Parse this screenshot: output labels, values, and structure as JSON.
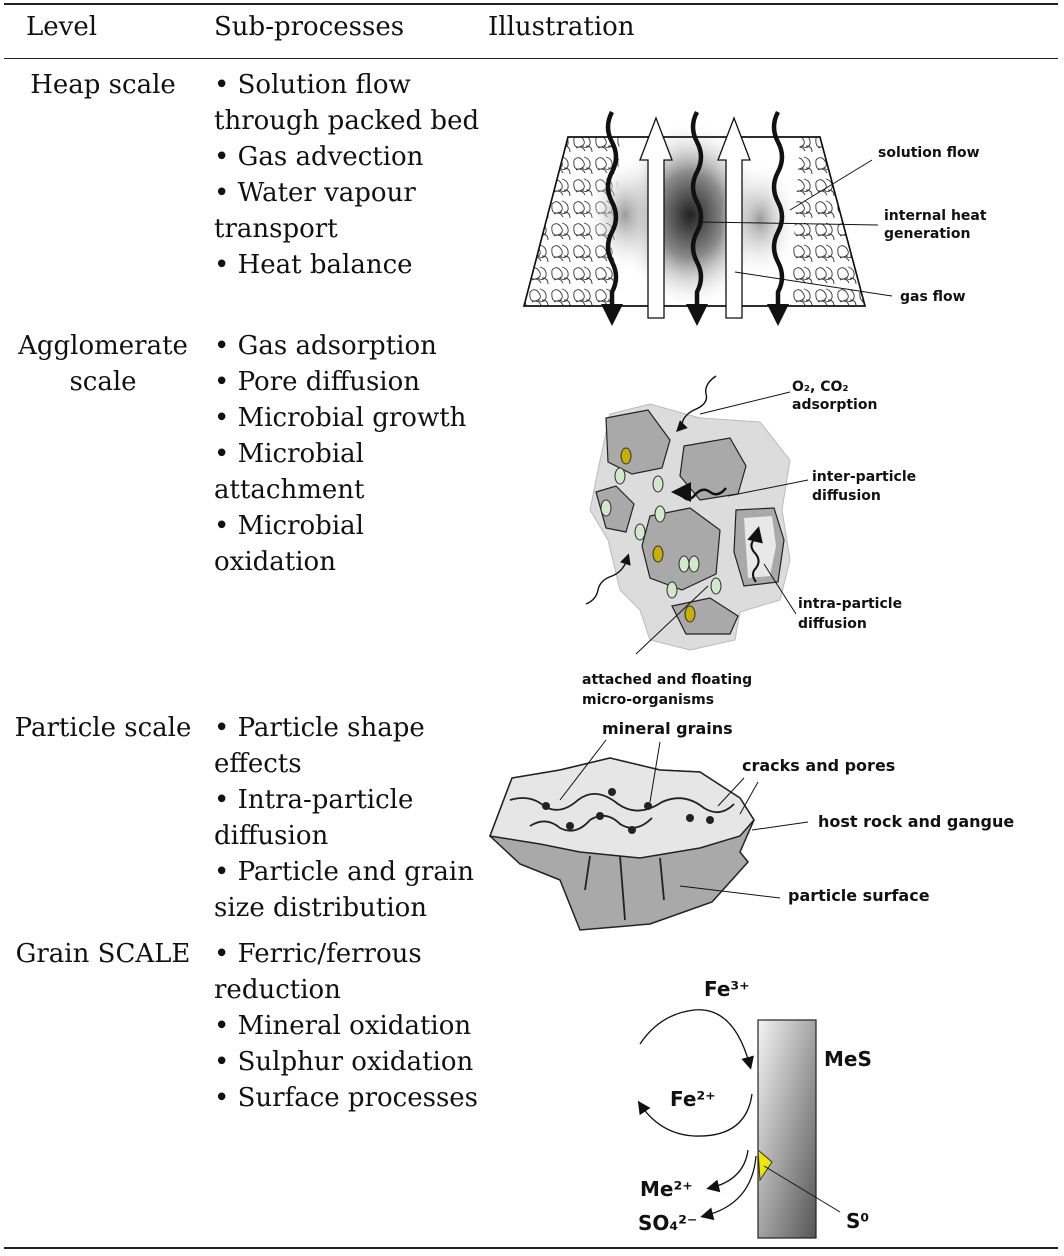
{
  "header": {
    "level": "Level",
    "subprocesses": "Sub-processes",
    "illustration": "Illustration"
  },
  "rows": [
    {
      "level": "Heap scale",
      "items": [
        "• Solution flow through packed bed",
        "• Gas advection",
        "• Water vapour transport",
        "• Heat balance"
      ]
    },
    {
      "level": "Agglomerate scale",
      "items": [
        "• Gas adsorption",
        "• Pore diffusion",
        "• Microbial growth",
        "• Microbial attachment",
        "• Microbial oxidation"
      ]
    },
    {
      "level": "Particle scale",
      "items": [
        "• Particle shape effects",
        "• Intra-particle diffusion",
        "• Particle and grain size distribution"
      ]
    },
    {
      "level": "Grain SCALE",
      "items": [
        "• Ferric/ferrous reduction",
        "• Mineral oxidation",
        "• Sulphur oxidation",
        "• Surface processes"
      ]
    }
  ],
  "figures": {
    "heap": {
      "solution_flow": "solution flow",
      "heat_1": "internal heat",
      "heat_2": "generation",
      "gas_flow": "gas flow"
    },
    "agglomerate": {
      "ads_gas": "O₂, CO₂",
      "ads": "adsorption",
      "inter_1": "inter-particle",
      "inter_2": "diffusion",
      "intra_1": "intra-particle",
      "intra_2": "diffusion",
      "att_1": "attached and floating",
      "att_2": "micro-organisms"
    },
    "particle": {
      "grains": "mineral grains",
      "cracks": "cracks and pores",
      "host": "host rock and gangue",
      "surface": "particle surface"
    },
    "grain": {
      "fe3": "Fe³⁺",
      "fe2": "Fe²⁺",
      "mes": "MeS",
      "me2": "Me²⁺",
      "so4": "SO₄²⁻",
      "s0": "S⁰"
    }
  }
}
